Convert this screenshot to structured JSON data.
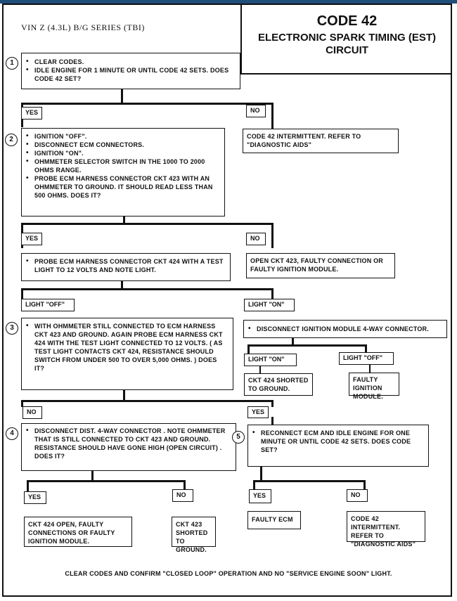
{
  "header": {
    "vin": "VIN Z (4.3L) B/G SERIES (TBI)",
    "code": "CODE 42",
    "circuit": "ELECTRONIC SPARK TIMING (EST) CIRCUIT"
  },
  "steps": {
    "s1": {
      "num": "1",
      "lines": [
        "CLEAR CODES.",
        "IDLE ENGINE FOR 1 MINUTE OR UNTIL CODE 42 SETS. DOES CODE 42 SET?"
      ]
    },
    "s2": {
      "num": "2",
      "lines": [
        "IGNITION \"OFF\".",
        "DISCONNECT ECM CONNECTORS.",
        "IGNITION \"ON\".",
        "OHMMETER SELECTOR SWITCH IN THE 1000 TO 2000 OHMS RANGE.",
        "PROBE ECM HARNESS CONNECTOR CKT 423 WITH AN OHMMETER TO GROUND. IT SHOULD READ LESS THAN 500 OHMS. DOES IT?"
      ]
    },
    "probe424": {
      "lines": [
        "PROBE ECM HARNESS CONNECTOR CKT 424 WITH A TEST LIGHT TO 12 VOLTS AND NOTE LIGHT."
      ]
    },
    "s3": {
      "num": "3",
      "lines": [
        "WITH OHMMETER STILL CONNECTED TO ECM HARNESS CKT 423 AND GROUND. AGAIN PROBE ECM HARNESS CKT 424 WITH THE TEST LIGHT CONNECTED TO 12 VOLTS. ( AS TEST LIGHT CONTACTS CKT 424, RESISTANCE SHOULD SWITCH FROM UNDER 500 TO OVER 5,000 OHMS. ) DOES IT?"
      ]
    },
    "disc_ign": {
      "lines": [
        "DISCONNECT IGNITION MODULE 4-WAY CONNECTOR."
      ]
    },
    "s4": {
      "num": "4",
      "lines": [
        "DISCONNECT DIST. 4-WAY CONNECTOR . NOTE OHMMETER THAT IS STILL CONNECTED TO CKT 423 AND GROUND. RESISTANCE SHOULD HAVE GONE HIGH (OPEN CIRCUIT) . DOES IT?"
      ]
    },
    "s5": {
      "num": "5",
      "lines": [
        "RECONNECT ECM AND IDLE ENGINE FOR ONE MINUTE OR UNTIL CODE 42 SETS. DOES CODE SET?"
      ]
    }
  },
  "results": {
    "intermittent1": "CODE 42 INTERMITTENT. REFER TO \"DIAGNOSTIC AIDS\"",
    "open423": "OPEN CKT 423, FAULTY CONNECTION OR FAULTY IGNITION MODULE.",
    "shorted424": "CKT 424 SHORTED TO GROUND.",
    "faulty_module": "FAULTY IGNITION MODULE.",
    "open424": "CKT 424 OPEN, FAULTY CONNECTIONS OR FAULTY IGNITION MODULE.",
    "shorted423": "CKT 423 SHORTED TO GROUND.",
    "faulty_ecm": "FAULTY ECM",
    "intermittent2": "CODE 42 INTERMITTENT. REFER TO \"DIAGNOSTIC AIDS\""
  },
  "labels": {
    "yes": "YES",
    "no": "NO",
    "light_off": "LIGHT \"OFF\"",
    "light_on": "LIGHT \"ON\""
  },
  "footer": "CLEAR CODES AND CONFIRM \"CLOSED LOOP\" OPERATION AND NO \"SERVICE ENGINE SOON\" LIGHT."
}
